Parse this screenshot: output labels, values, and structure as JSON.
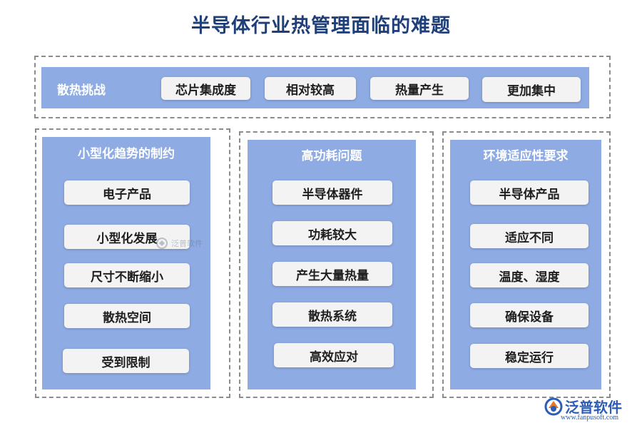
{
  "title": "半导体行业热管理面临的难题",
  "top": {
    "label": "散热挑战",
    "items": [
      "芯片集成度",
      "相对较高",
      "热量产生",
      "更加集中"
    ]
  },
  "columns": [
    {
      "title": "小型化趋势的制约",
      "items": [
        "电子产品",
        "小型化发展",
        "尺寸不断缩小",
        "散热空间",
        "受到限制"
      ]
    },
    {
      "title": "高功耗问题",
      "items": [
        "半导体器件",
        "功耗较大",
        "产生大量热量",
        "散热系统",
        "高效应对"
      ]
    },
    {
      "title": "环境适应性要求",
      "items": [
        "半导体产品",
        "适应不同",
        "温度、湿度",
        "确保设备",
        "稳定运行"
      ]
    }
  ],
  "watermark": {
    "text": "泛普软件"
  },
  "brand": {
    "name": "泛普软件",
    "url": "www.fanpusoft.com"
  }
}
